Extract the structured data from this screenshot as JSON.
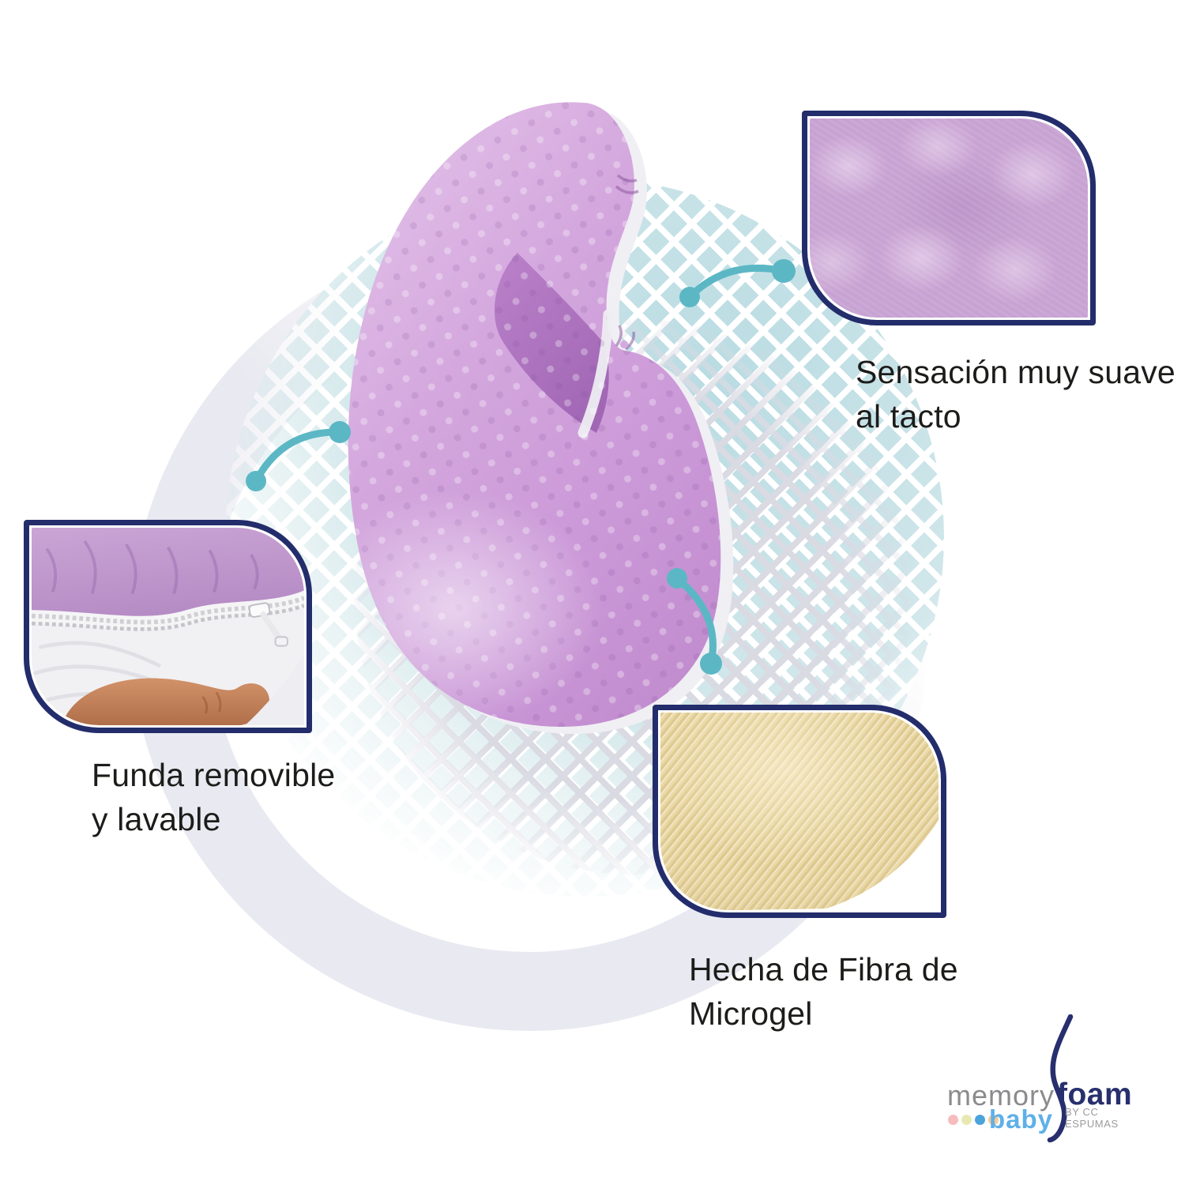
{
  "callouts": {
    "soft": {
      "line1": "Sensación muy suave",
      "line2": "al tacto"
    },
    "cover": {
      "line1": "Funda removible",
      "line2": "y lavable"
    },
    "fiber": {
      "line1": "Hecha de Fibra de",
      "line2": "Microgel"
    }
  },
  "logo": {
    "memory": "memory",
    "foam": "foam",
    "byline": "BY CC ESPUMAS",
    "baby": "baby",
    "dot_colors": [
      "#f5bcbe",
      "#e6eab2",
      "#4ba4da",
      "#f9c997"
    ]
  },
  "images": {
    "product": "lavender-minky-nursing-pillow",
    "soft_texture": "minky-fabric-closeup",
    "cover_zipper": "hand-unzipping-pillow-cover",
    "fiber_fabric": "yellow-microgel-fiber-fabric"
  },
  "colors": {
    "navy_border": "#232d6b",
    "teal_connector": "#5cb7c5",
    "text": "#1c1c1a",
    "teal_circle": "#dcecee",
    "gray_ring": "#e9e9f1",
    "lattice_line": "#dadae3",
    "pillow_purple": "#cf9fdb",
    "fiber_yellow": "#ead9a5",
    "logo_gray": "#8b8b8e",
    "logo_navy": "#272f6e",
    "logo_baby_blue": "#5fb0e8"
  }
}
